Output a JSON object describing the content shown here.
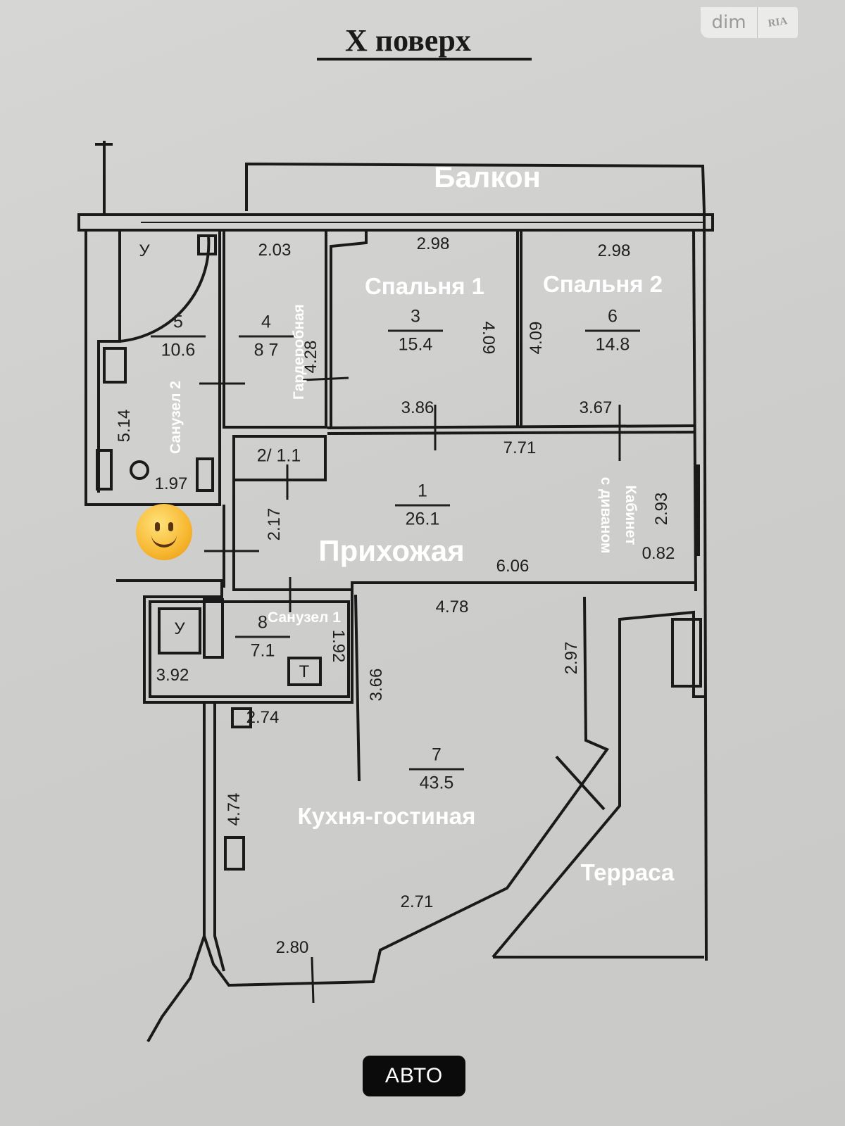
{
  "title": "X поверх",
  "logo": {
    "text": "dim",
    "brand": "RIA"
  },
  "labels": {
    "balcony": "Балкон",
    "bedroom1": "Спальня 1",
    "bedroom2": "Спальня 2",
    "wardrobe": "Гардеробная",
    "bathroom2": "Санузел 2",
    "office": "Кабинет",
    "office_sub": "с диваном",
    "hall": "Прихожая",
    "bathroom1": "Санузел 1",
    "kitchen": "Кухня-гостиная",
    "terrace": "Терраса"
  },
  "rooms": [
    {
      "number": "5",
      "area": "10.6"
    },
    {
      "number": "4",
      "area": "8 7"
    },
    {
      "number": "3",
      "area": "15.4"
    },
    {
      "number": "6",
      "area": "14.8"
    },
    {
      "number": "1",
      "area": "26.1"
    },
    {
      "number": "8",
      "area": "7.1"
    },
    {
      "number": "7",
      "area": "43.5"
    },
    {
      "label": "2/ 1.1"
    }
  ],
  "dimensions": [
    "2.03",
    "2.98",
    "2.98",
    "4.09",
    "4.09",
    "4.28",
    "5.14",
    "1.97",
    "3.86",
    "3.67",
    "7.71",
    "2.17",
    "2.93",
    "0.82",
    "6.06",
    "4.78",
    "3.92",
    "1.92",
    "3.66",
    "2.97",
    "2.74",
    "4.74",
    "2.71",
    "2.80"
  ],
  "symbols": {
    "sink": "У",
    "stove": "Т"
  },
  "button": {
    "label": "АВТО"
  },
  "colors": {
    "paper": "#cfcfcd",
    "lines": "#1a1a1a",
    "label": "#ffffff",
    "button": "#0b0b0b"
  }
}
